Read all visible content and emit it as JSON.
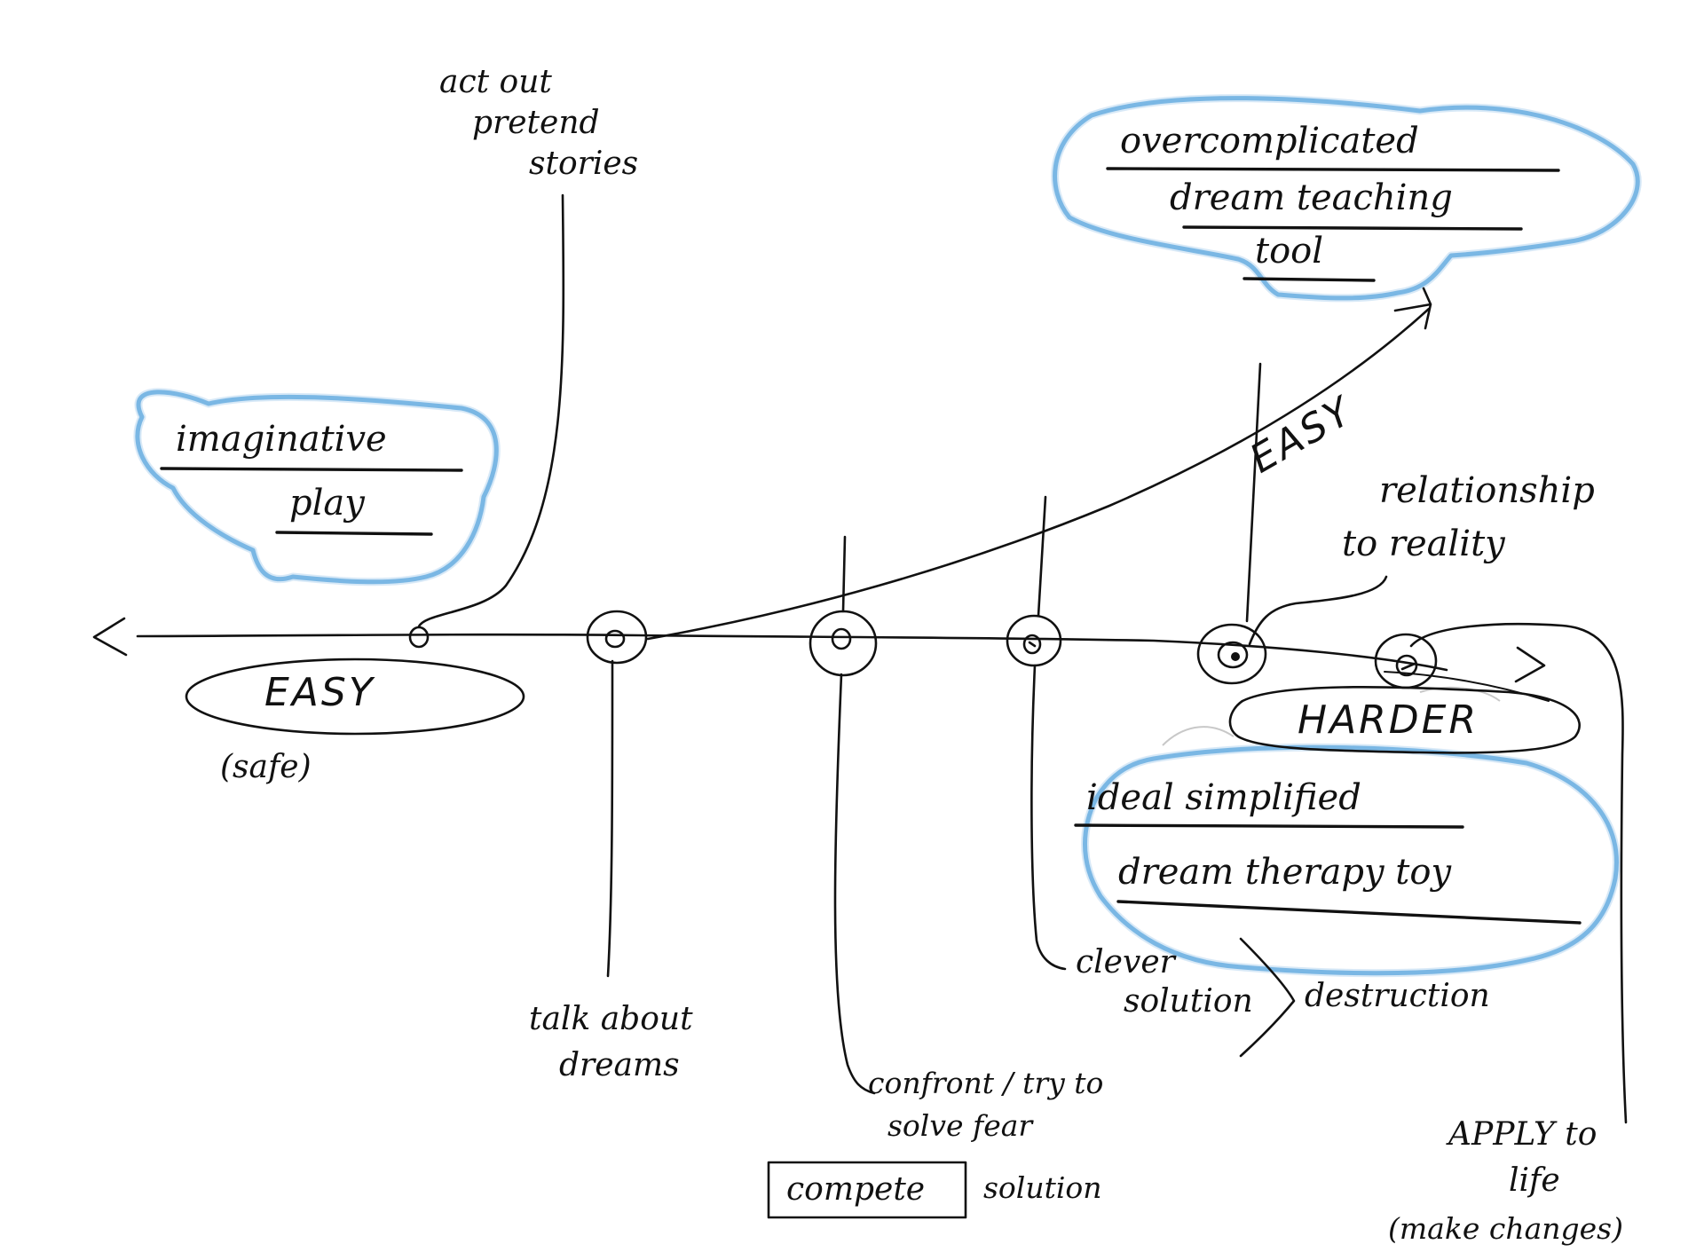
{
  "diagram": {
    "scale": {
      "easy_label": "EASY",
      "easy_note": "(safe)",
      "harder_label": "HARDER"
    },
    "top_notes": {
      "act_out": [
        "act out",
        "pretend",
        "stories"
      ],
      "relationship": [
        "relationship",
        "to reality"
      ]
    },
    "clouds": {
      "imaginative_play": [
        "imaginative",
        "play"
      ],
      "overcomplicated": [
        "overcomplicated",
        "dream teaching",
        "tool"
      ],
      "ideal": [
        "ideal simplified",
        "dream therapy toy"
      ]
    },
    "arrow_label": "EASY",
    "bottom_notes": {
      "talk_about": [
        "talk about",
        "dreams"
      ],
      "confront": [
        "confront / try to",
        "solve fear"
      ],
      "compete": "compete",
      "compete_suffix": "solution",
      "clever": [
        "clever",
        "solution"
      ],
      "destruction": "destruction",
      "apply": [
        "APPLY to",
        "life",
        "(make changes)"
      ]
    },
    "colors": {
      "ink": "#111111",
      "cloud": "#6aaee0"
    }
  }
}
